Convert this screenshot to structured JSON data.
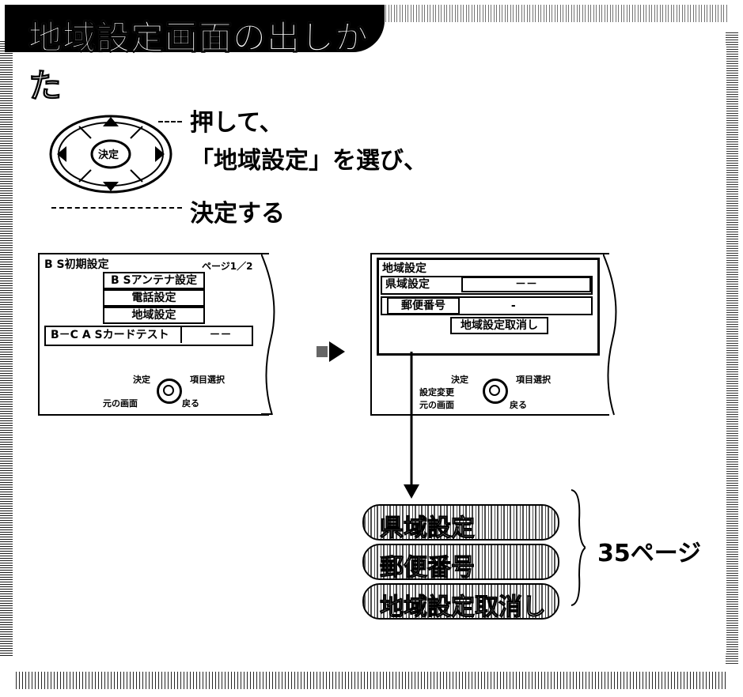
{
  "title": "地域設定画面の出しかた",
  "remote": {
    "center_label": "決定"
  },
  "instructions": {
    "step1": "押して、",
    "step2": "「地域設定」を選び、",
    "step3": "決定する"
  },
  "screen_left": {
    "title": "B S初期設定",
    "page": "ページ1／2",
    "items": [
      "B Sアンテナ設定",
      "電話設定",
      "地域設定"
    ],
    "cas_label": "B－C A Sカードテスト",
    "cas_value": "－－",
    "legend_decide": "決定",
    "legend_select": "項目選択",
    "legend_back_screen": "元の画面",
    "legend_return": "戻る"
  },
  "screen_right": {
    "title": "地域設定",
    "pref_label": "県域設定",
    "pref_value": "－－",
    "postal_label": "郵便番号",
    "postal_value": "-",
    "cancel_label": "地域設定取消し",
    "legend_decide": "決定",
    "legend_select": "項目選択",
    "legend_change": "設定変更",
    "legend_back_screen": "元の画面",
    "legend_return": "戻る"
  },
  "options": [
    "県域設定",
    "郵便番号",
    "地域設定取消し"
  ],
  "page_ref": "35ページ"
}
